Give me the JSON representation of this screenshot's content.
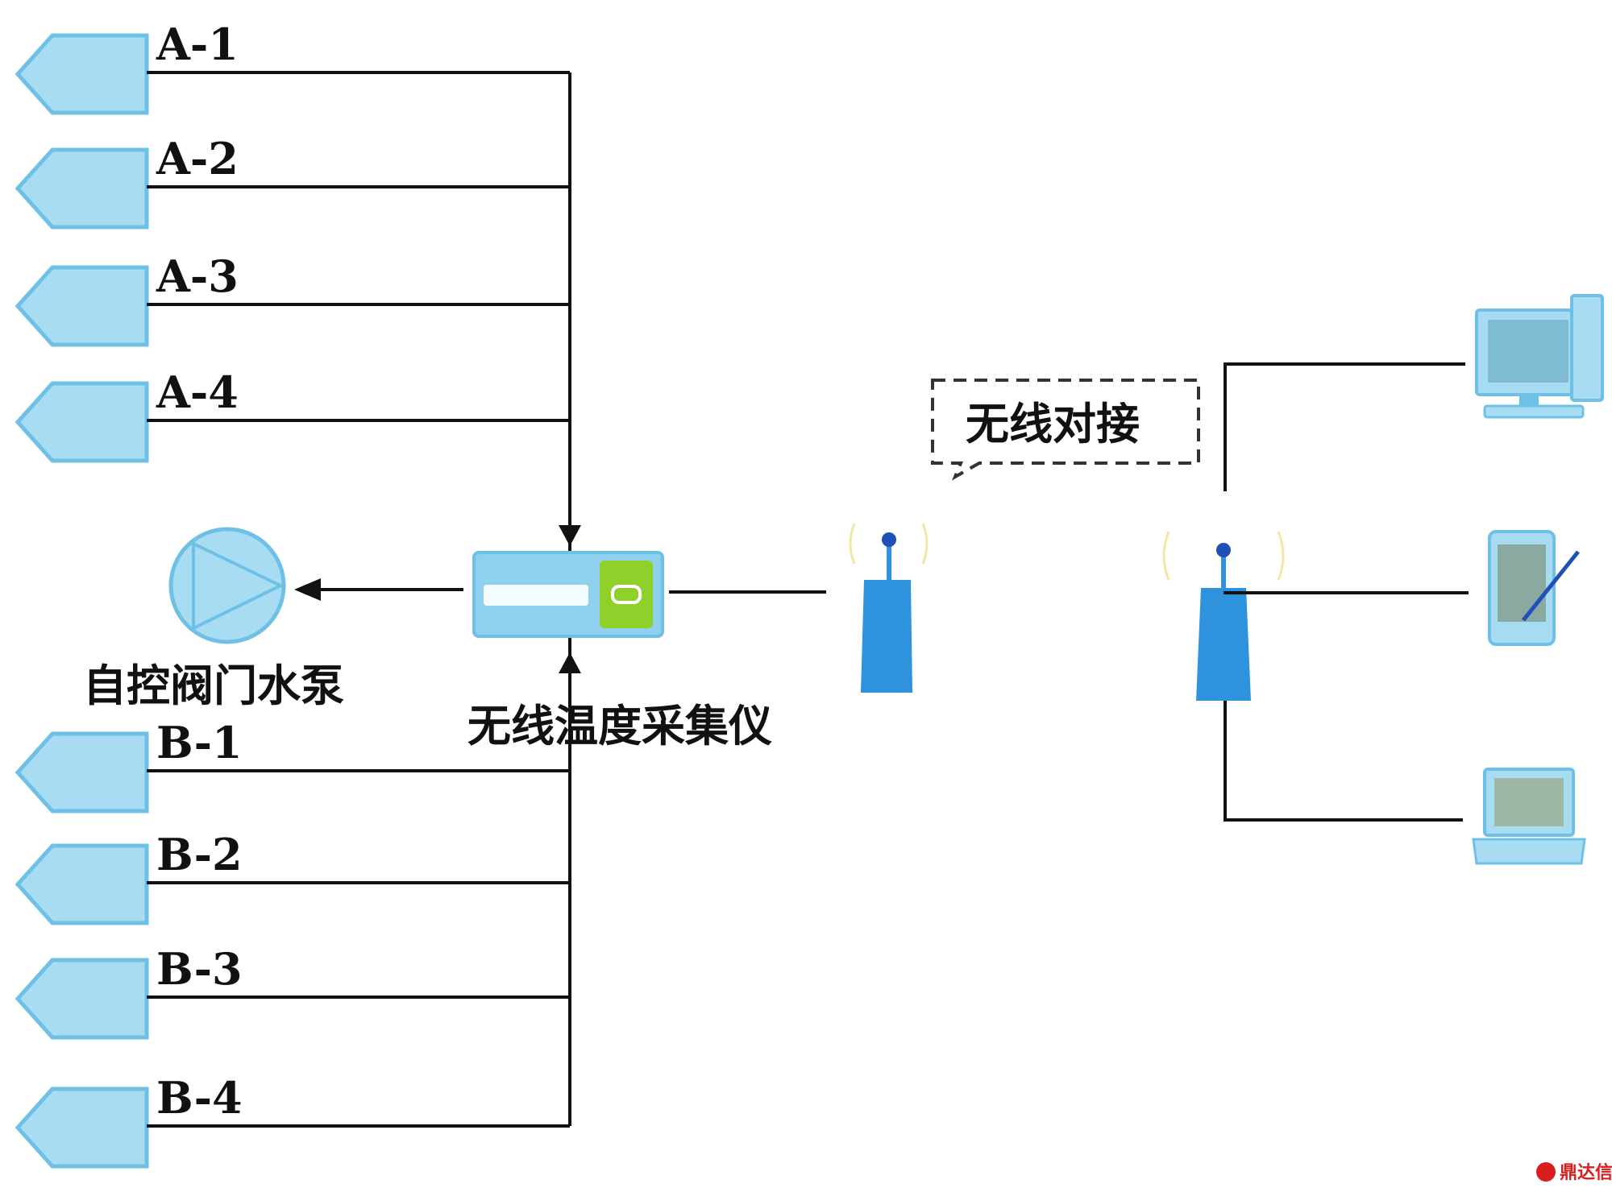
{
  "sensors": [
    {
      "id": "A-1"
    },
    {
      "id": "A-2"
    },
    {
      "id": "A-3"
    },
    {
      "id": "A-4"
    },
    {
      "id": "B-1"
    },
    {
      "id": "B-2"
    },
    {
      "id": "B-3"
    },
    {
      "id": "B-4"
    }
  ],
  "labels": {
    "pump": "自控阀门水泵",
    "collector": "无线温度采集仪",
    "wireless_link": "无线对接"
  },
  "watermark": "鼎达信",
  "colors": {
    "device_fill": "#a8dcf3",
    "device_stroke": "#6fc0e6",
    "antenna": "#2e93dc",
    "antenna_tip": "#1f4fb8",
    "line": "#111111",
    "collector_green": "#8fd12a"
  },
  "icons": [
    "sensor-probe-icon",
    "pump-icon",
    "collector-device-icon",
    "antenna-tower-icon",
    "desktop-computer-icon",
    "tablet-pen-icon",
    "laptop-icon"
  ]
}
